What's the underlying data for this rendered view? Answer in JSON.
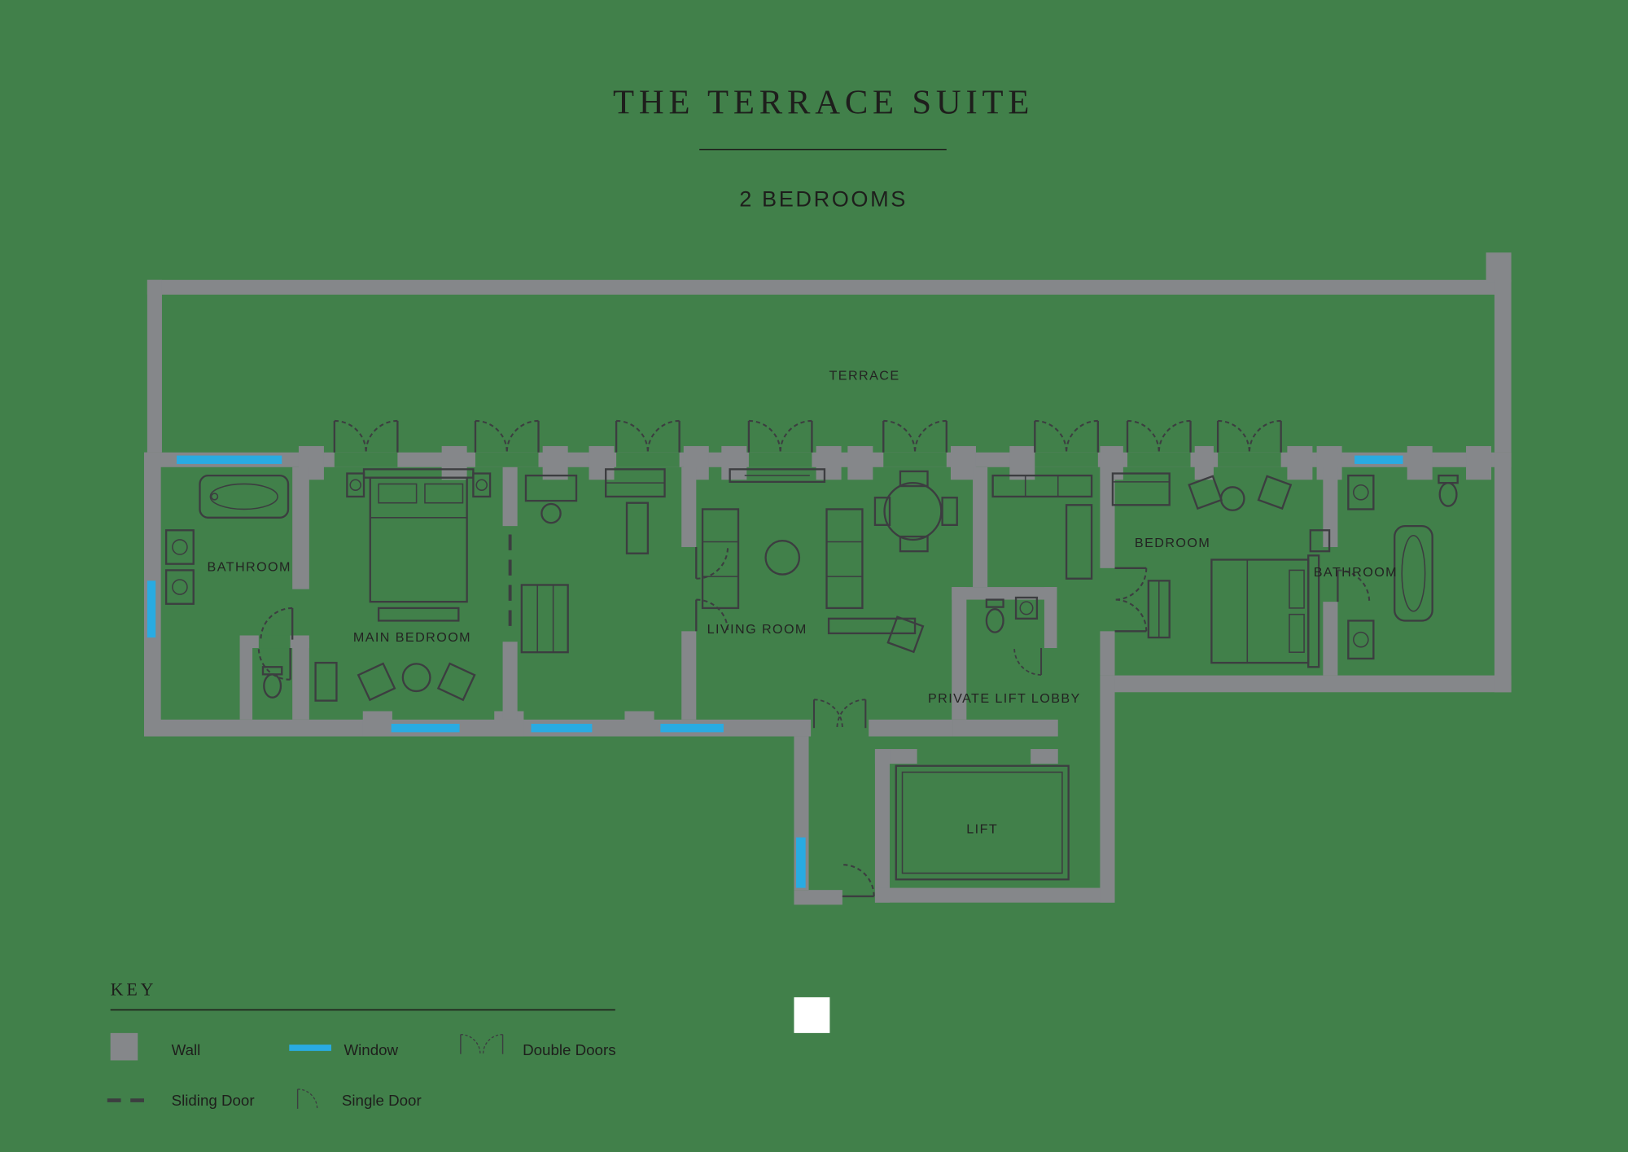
{
  "title": "THE TERRACE SUITE",
  "subtitle": "2 BEDROOMS",
  "rooms": {
    "terrace": "TERRACE",
    "bathroom_left": "BATHROOM",
    "main_bedroom": "MAIN BEDROOM",
    "living_room": "LIVING ROOM",
    "private_lift_lobby": "PRIVATE LIFT LOBBY",
    "bedroom": "BEDROOM",
    "bathroom_right": "BATHROOM",
    "lift": "LIFT"
  },
  "key": {
    "heading": "KEY",
    "items": [
      {
        "id": "wall",
        "label": "Wall"
      },
      {
        "id": "window",
        "label": "Window"
      },
      {
        "id": "double-doors",
        "label": "Double Doors"
      },
      {
        "id": "sliding-door",
        "label": "Sliding Door"
      },
      {
        "id": "single-door",
        "label": "Single Door"
      }
    ]
  },
  "colors": {
    "background": "#41804a",
    "wall": "#85878a",
    "outline": "#3c3d40",
    "window": "#29abe2",
    "text": "#1e1e1c"
  }
}
